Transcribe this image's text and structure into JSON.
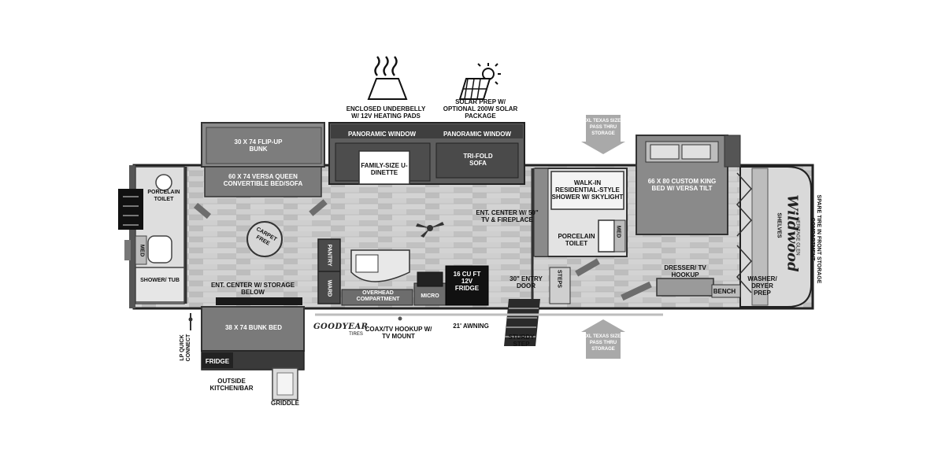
{
  "features": {
    "underbelly": "ENCLOSED UNDERBELLY W/ 12V HEATING PADS",
    "solar": "SOLAR PREP W/ OPTIONAL 200W SOLAR PACKAGE"
  },
  "storage": {
    "top": "XL TEXAS SIZE PASS THRU STORAGE",
    "bottom": "XL TEXAS SIZE PASS THRU STORAGE"
  },
  "rooms": {
    "flip_up_bunk": "30 X 74 FLIP-UP BUNK",
    "versa_queen": "60 X 74 VERSA QUEEN CONVERTIBLE BED/SOFA",
    "porcelain_toilet_left": "PORCELAIN TOILET",
    "med_left": "MED",
    "shower_tub": "SHOWER/ TUB",
    "ent_center_storage": "ENT. CENTER W/ STORAGE BELOW",
    "carpet_free": "CARPET FREE",
    "bunk_bed": "38 X 74 BUNK BED",
    "fridge_outside": "FRIDGE",
    "outside_kitchen": "OUTSIDE KITCHEN/BAR",
    "griddle": "GRIDDLE",
    "lp_quick_connect": "LP QUICK CONNECT",
    "panoramic_window_1": "PANORAMIC WINDOW",
    "panoramic_window_2": "PANORAMIC WINDOW",
    "u_dinette": "FAMILY-SIZE U-DINETTE",
    "tri_fold_sofa": "TRI-FOLD SOFA",
    "pantry": "PANTRY",
    "ward": "WARD",
    "overhead_compartment": "OVERHEAD COMPARTMENT",
    "micro": "MICRO",
    "fridge_main": "16 CU FT 12V FRIDGE",
    "entry_door": "30\" ENTRY DOOR",
    "ent_center_fireplace": "ENT. CENTER W/ 50\" TV & FIREPLACE",
    "coax_hookup": "COAX/TV HOOKUP W/ TV MOUNT",
    "awning": "21' AWNING",
    "sturdy_step": "STURDY STEP",
    "steps": "STEPS",
    "walk_in_shower": "WALK-IN RESIDENTIAL-STYLE SHOWER W/ SKYLIGHT",
    "porcelain_toilet_right": "PORCELAIN TOILET",
    "med_right": "MED",
    "king_bed": "66 X 80 CUSTOM KING BED W/ VERSA TILT",
    "dresser": "DRESSER/ TV HOOKUP",
    "bench": "BENCH",
    "washer_dryer": "WASHER/ DRYER PREP",
    "shelves": "SHELVES",
    "spare_tire": "SPARE TIRE IN FRONT STORAGE COMPARTMENT"
  },
  "brand": {
    "goodyear": "GOODYEAR",
    "goodyear_sub": "TIRES",
    "wildwood": "Wildwood",
    "wildwood_sub": "HERITAGE GLEN"
  }
}
